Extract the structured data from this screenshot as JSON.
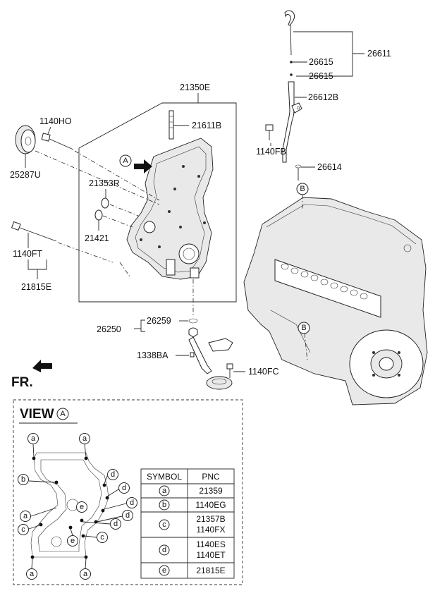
{
  "callouts": {
    "c26611": "26611",
    "c26615a": "26615",
    "c26615b": "26615",
    "c26612B": "26612B",
    "c1140FB": "1140FB",
    "c26614": "26614",
    "c21350E": "21350E",
    "c21611B": "21611B",
    "c1140HO": "1140HO",
    "c25287U": "25287U",
    "c21353R": "21353R",
    "c21421": "21421",
    "c1140FT": "1140FT",
    "c21815E": "21815E",
    "c26250": "26250",
    "c26259": "26259",
    "c1338BA": "1338BA",
    "c1140FC": "1140FC"
  },
  "markers": {
    "view_A": "A",
    "point_B_top": "B",
    "point_B_engine": "B"
  },
  "front_label": "FR.",
  "view_panel": {
    "title": "VIEW",
    "view_letter": "A",
    "bolt_letters": {
      "a": "a",
      "b": "b",
      "c": "c",
      "d": "d",
      "e": "e"
    }
  },
  "table": {
    "headers": [
      "SYMBOL",
      "PNC"
    ],
    "rows": [
      {
        "symbol": "a",
        "pnc": [
          "21359"
        ]
      },
      {
        "symbol": "b",
        "pnc": [
          "1140EG"
        ]
      },
      {
        "symbol": "c",
        "pnc": [
          "21357B",
          "1140FX"
        ]
      },
      {
        "symbol": "d",
        "pnc": [
          "1140ES",
          "1140ET"
        ]
      },
      {
        "symbol": "e",
        "pnc": [
          "21815E"
        ]
      }
    ]
  }
}
